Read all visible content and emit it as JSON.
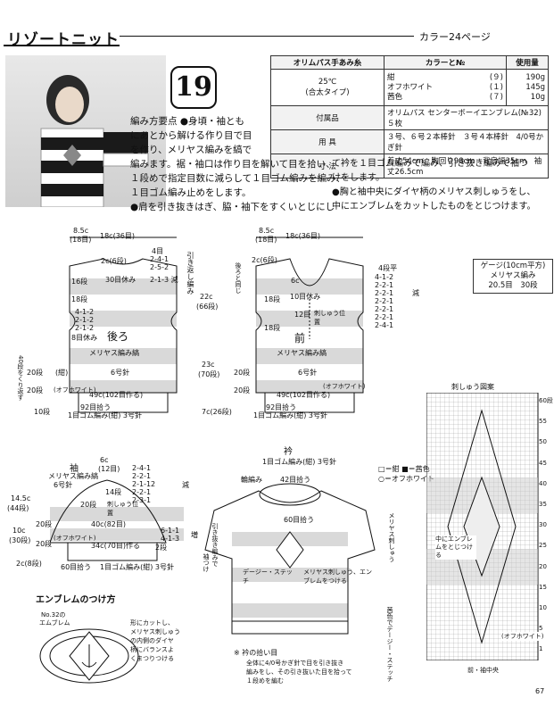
{
  "header": {
    "title": "リゾートニット",
    "page_ref": "カラー24ページ"
  },
  "pattern_number": "19",
  "yarn_table": {
    "col_yarn": "オリムパス手あみ糸",
    "col_color": "カラーと№",
    "col_amount": "使用量",
    "yarn_desc": "25℃\n(合太タイプ)",
    "colors": [
      {
        "name": "紺",
        "no": "(９)",
        "amount": "190g"
      },
      {
        "name": "オフホワイト",
        "no": "(１)",
        "amount": "145g"
      },
      {
        "name": "茜色",
        "no": "(７)",
        "amount": "10g"
      }
    ],
    "rows": [
      {
        "label": "付属品",
        "value": "オリムパス センターボーイエンブレム(№32)５枚"
      },
      {
        "label": "用 具",
        "value": "３号、６号２本棒針　３号４本棒針　4/0号かぎ針"
      },
      {
        "label": "寸 法",
        "value": "着丈54cm　胸回り98cm　背肩幅35cm　袖丈26.5cm"
      }
    ]
  },
  "instructions": {
    "col1": [
      "編み方要点 ●身頃・袖とも",
      "にあとから解ける作り目で目",
      "を作り、メリヤス編みを縞で",
      "編みます。裾・袖口は作り目を解いて目を拾い、",
      "１段めで指定目数に減らして１目ゴム編みを編み、",
      "１目ゴム編み止めをします。",
      "●肩を引き抜きはぎ、脇・袖下をすくいとじにし"
    ],
    "col2": [
      "て衿を１目ゴム編みで編み、引き抜き編みで袖つ",
      "けをします。",
      "●胸と袖中央にダイヤ柄のメリヤス刺しゅうをし、",
      "中にエンブレムをカットしたものをとじつけます。"
    ]
  },
  "back": {
    "title": "後ろ",
    "width_top": "8.5c",
    "width_top_sts": "(18目)",
    "neck": "18c(36目)",
    "shoulder": "2c(6段)",
    "neck_rows": "30目休み",
    "dec_1": "4目",
    "dec_list": [
      "2-4-1",
      "2-5-2"
    ],
    "hikikaeshi": "引き返し編み",
    "armhole": "2-1-3 減",
    "rows": [
      "16段",
      "18段",
      "20段",
      "20段",
      "10段"
    ],
    "armhole_dec": [
      "4-1-2",
      "2-1-2",
      "2-1-2"
    ],
    "shoulder_sts": "8目休み",
    "knit": "メリヤス編み縞",
    "needle": "6号針",
    "hem_color": "(オフホワイト)",
    "hem_width": "49c(102目作る)",
    "hem_sts": "92目拾う",
    "rib": "1目ゴム編み(紺) 3号針",
    "side_label": "40段をくり返す",
    "navy": "(紺)",
    "height_total": "22c",
    "height_total_rows": "(66段)",
    "body_height": "23c",
    "body_rows": "(70段)",
    "rib_height": "7c(26段)"
  },
  "front": {
    "title": "前",
    "width_top": "8.5c",
    "width_top_sts": "(18目)",
    "neck": "18c(36目)",
    "shoulder": "2c(6段)",
    "neck_rows": "10目休み",
    "seam": "後ろと同じ",
    "rows": [
      "6c",
      "18段",
      "18段",
      "20段",
      "20段"
    ],
    "center": "12目",
    "embroidery": "刺しゅう位置",
    "knit": "メリヤス編み縞",
    "needle": "6号針",
    "hem_color": "(オフホワイト)",
    "hem_width": "49c(102目作る)",
    "hem_sts": "92目拾う",
    "rib": "1目ゴム編み(紺) 3号針",
    "neck_dec_header": "4段平",
    "neck_dec": [
      "4-1-2",
      "2-2-1",
      "2-2-1",
      "2-2-1",
      "2-2-1",
      "2-2-1",
      "2-4-1"
    ],
    "neck_dec_label": "減"
  },
  "gauge": {
    "title": "ゲージ(10cm平方)",
    "pattern": "メリヤス編み",
    "values": "20.5目　30段"
  },
  "sleeve": {
    "title": "袖",
    "knit": "メリヤス編み縞",
    "needle": "6号針",
    "top": "6c",
    "top_sts": "(12目)",
    "cap_dec": [
      "2-4-1",
      "2-2-1",
      "2-1-12",
      "2-2-1",
      "2-3-1"
    ],
    "cap_rows": "14段",
    "cap_rows2": "20段",
    "cap_rows3": "20段",
    "width": "40c(82目)",
    "embroidery": "刺しゅう位置",
    "dec_label": "減",
    "inc_list": [
      "6-1-1",
      "4-1-3"
    ],
    "inc_label": "増",
    "height": "14.5c",
    "height_rows": "(44段)",
    "lower": "10c",
    "lower_rows": "(30段)",
    "hem_color": "(オフホワイト)",
    "hem": "34c(70目)作る",
    "cuff_sts": "60目拾う",
    "rib": "1目ゴム編み(紺) 3号針",
    "rib_height": "2c(8段)",
    "row_20": "20段",
    "row_2": "2段"
  },
  "collar": {
    "title": "衿",
    "rib": "1目ゴム編み(紺) 3号針",
    "pick": "42目拾う",
    "pick_front": "60目拾う",
    "ribbing": "輪編み",
    "attach": "袖つけ",
    "sleeve_join": "引き抜き編みで",
    "lazy": "デージー・ステッチ",
    "emblem_note": "メリヤス刺しゅう、エンブレムをつける",
    "pickup_note_title": "※ 衿の拾い目",
    "pickup_note": [
      "全体に4/0号かぎ針で目を引き抜き",
      "編みをし、その引き抜いた目を拾って",
      "１段めを編む"
    ]
  },
  "emblem": {
    "title": "エンブレムのつけ方",
    "label1": "No.32の",
    "label2": "エムブレム",
    "notes": [
      "形にカットし、",
      "メリヤス刺しゅう",
      "の内側のダイヤ",
      "柄にバランスよ",
      "くまつりつける"
    ]
  },
  "embroidery_chart": {
    "title": "刺しゅう図案",
    "legend": [
      {
        "symbol": "□",
        "meaning": "＝紺"
      },
      {
        "symbol": "■",
        "meaning": "＝茜色"
      },
      {
        "symbol": "○",
        "meaning": "＝オフホワイト"
      }
    ],
    "legend_note": "メリヤス刺しゅう",
    "daisy": "茜色でデージー・ステッチ",
    "center_label": "中にエンブレムをとじつける",
    "bottom_label": "前・袖中央",
    "row_labels": [
      "60段",
      "55",
      "50",
      "45",
      "40",
      "35",
      "30",
      "25",
      "20",
      "15",
      "10",
      "5",
      "1"
    ],
    "side_label": "(オフホワイト)"
  },
  "page_number": "67"
}
